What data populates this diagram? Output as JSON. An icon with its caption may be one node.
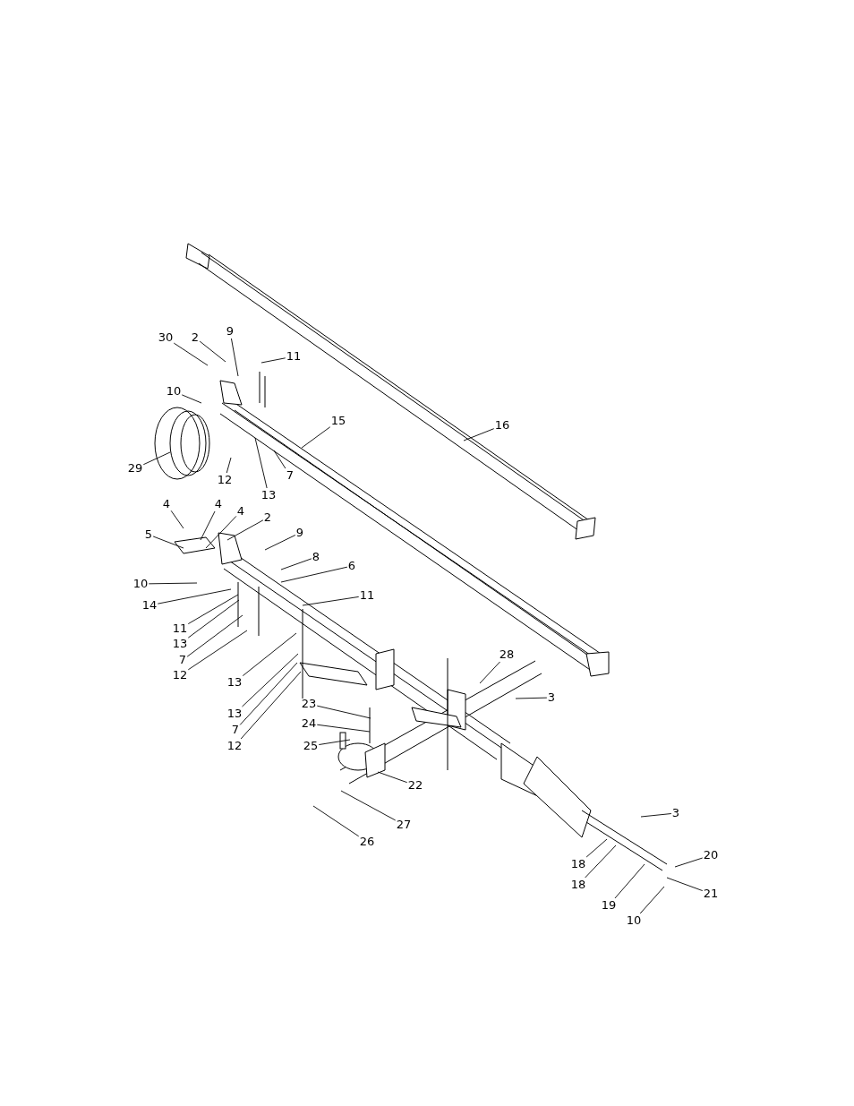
{
  "diagram": {
    "nodes": [
      {
        "text": [
          "30"
        ]
      },
      {
        "text": [
          "2"
        ]
      },
      {
        "text": [
          "9"
        ]
      },
      {
        "text": [
          "11"
        ]
      },
      {
        "text": [
          "10"
        ]
      },
      {
        "text": [
          "15"
        ]
      },
      {
        "text": [
          "16"
        ]
      },
      {
        "text": [
          "29"
        ]
      },
      {
        "text": [
          "12"
        ]
      },
      {
        "text": [
          "7"
        ]
      },
      {
        "text": [
          "13"
        ]
      },
      {
        "text": [
          "4"
        ]
      },
      {
        "text": [
          "4"
        ]
      },
      {
        "text": [
          "4"
        ]
      },
      {
        "text": [
          "2"
        ]
      },
      {
        "text": [
          "9"
        ]
      },
      {
        "text": [
          "5"
        ]
      },
      {
        "text": [
          "8"
        ]
      },
      {
        "text": [
          "6"
        ]
      },
      {
        "text": [
          "10"
        ]
      },
      {
        "text": [
          "11"
        ]
      },
      {
        "text": [
          "14"
        ]
      },
      {
        "text": [
          "11"
        ]
      },
      {
        "text": [
          "13"
        ]
      },
      {
        "text": [
          "7"
        ]
      },
      {
        "text": [
          "12"
        ]
      },
      {
        "text": [
          "13"
        ]
      },
      {
        "text": [
          "13"
        ]
      },
      {
        "text": [
          "7"
        ]
      },
      {
        "text": [
          "12"
        ]
      },
      {
        "text": [
          "23"
        ]
      },
      {
        "text": [
          "24"
        ]
      },
      {
        "text": [
          "25"
        ]
      },
      {
        "text": [
          "28"
        ]
      },
      {
        "text": [
          "3"
        ]
      },
      {
        "text": [
          "22"
        ]
      },
      {
        "text": [
          "27"
        ]
      },
      {
        "text": [
          "26"
        ]
      },
      {
        "text": [
          "3"
        ]
      },
      {
        "text": [
          "20"
        ]
      },
      {
        "text": [
          "18"
        ]
      },
      {
        "text": [
          "18"
        ]
      },
      {
        "text": [
          "21"
        ]
      },
      {
        "text": [
          "19"
        ]
      },
      {
        "text": [
          "10"
        ]
      }
    ],
    "edges": [
      {
        "from": 0,
        "to": null,
        "arrow": "none"
      },
      {
        "from": 1,
        "to": null,
        "arrow": "none"
      },
      {
        "from": 2,
        "to": null,
        "arrow": "none"
      },
      {
        "from": 3,
        "to": null,
        "arrow": "none"
      },
      {
        "from": 4,
        "to": null,
        "arrow": "none"
      },
      {
        "from": 5,
        "to": null,
        "arrow": "none"
      },
      {
        "from": 6,
        "to": null,
        "arrow": "none"
      },
      {
        "from": 7,
        "to": null,
        "arrow": "none"
      },
      {
        "from": 8,
        "to": null,
        "arrow": "none"
      },
      {
        "from": 9,
        "to": null,
        "arrow": "none"
      },
      {
        "from": 10,
        "to": null,
        "arrow": "none"
      },
      {
        "from": 11,
        "to": null,
        "arrow": "none"
      },
      {
        "from": 12,
        "to": null,
        "arrow": "none"
      },
      {
        "from": 13,
        "to": null,
        "arrow": "none"
      },
      {
        "from": 14,
        "to": null,
        "arrow": "none"
      },
      {
        "from": 15,
        "to": null,
        "arrow": "none"
      },
      {
        "from": 16,
        "to": null,
        "arrow": "none"
      },
      {
        "from": 17,
        "to": null,
        "arrow": "none"
      },
      {
        "from": 18,
        "to": null,
        "arrow": "none"
      },
      {
        "from": 19,
        "to": null,
        "arrow": "none"
      },
      {
        "from": 20,
        "to": null,
        "arrow": "none"
      },
      {
        "from": 21,
        "to": null,
        "arrow": "none"
      },
      {
        "from": 22,
        "to": null,
        "arrow": "none"
      },
      {
        "from": 23,
        "to": null,
        "arrow": "none"
      },
      {
        "from": 24,
        "to": null,
        "arrow": "none"
      },
      {
        "from": 25,
        "to": null,
        "arrow": "none"
      },
      {
        "from": 26,
        "to": null,
        "arrow": "none"
      },
      {
        "from": 27,
        "to": null,
        "arrow": "none"
      },
      {
        "from": 28,
        "to": null,
        "arrow": "none"
      },
      {
        "from": 29,
        "to": null,
        "arrow": "none"
      },
      {
        "from": 30,
        "to": null,
        "arrow": "none"
      },
      {
        "from": 31,
        "to": null,
        "arrow": "none"
      },
      {
        "from": 32,
        "to": null,
        "arrow": "none"
      },
      {
        "from": 33,
        "to": null,
        "arrow": "none"
      },
      {
        "from": 34,
        "to": null,
        "arrow": "none"
      },
      {
        "from": 35,
        "to": null,
        "arrow": "none"
      },
      {
        "from": 36,
        "to": null,
        "arrow": "none"
      },
      {
        "from": 37,
        "to": null,
        "arrow": "none"
      },
      {
        "from": 38,
        "to": null,
        "arrow": "none"
      },
      {
        "from": 39,
        "to": null,
        "arrow": "none"
      },
      {
        "from": 40,
        "to": null,
        "arrow": "none"
      },
      {
        "from": 41,
        "to": null,
        "arrow": "none"
      },
      {
        "from": 42,
        "to": null,
        "arrow": "none"
      },
      {
        "from": 43,
        "to": null,
        "arrow": "none"
      },
      {
        "from": 44,
        "to": null,
        "arrow": "none"
      }
    ]
  }
}
